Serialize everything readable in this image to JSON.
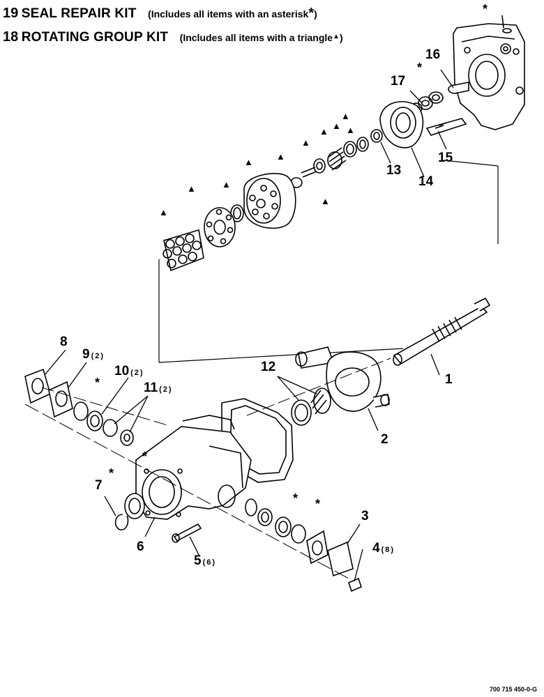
{
  "header": {
    "kits": [
      {
        "number": "19",
        "name": "SEAL REPAIR KIT",
        "note": "(Includes all items with an asterisk",
        "symbol": "*",
        "close": ")"
      },
      {
        "number": "18",
        "name": "ROTATING GROUP KIT",
        "note": "(Includes all items with a triangle",
        "symbol": "▲",
        "close": ")"
      }
    ]
  },
  "callouts": [
    {
      "label": "1"
    },
    {
      "label": "2"
    },
    {
      "label": "3"
    },
    {
      "label": "4",
      "qty": "(8)"
    },
    {
      "label": "5",
      "qty": "(6)"
    },
    {
      "label": "6"
    },
    {
      "label": "7"
    },
    {
      "label": "8"
    },
    {
      "label": "9",
      "qty": "(2)"
    },
    {
      "label": "10",
      "qty": "(2)"
    },
    {
      "label": "11",
      "qty": "(2)"
    },
    {
      "label": "12"
    },
    {
      "label": "13"
    },
    {
      "label": "14"
    },
    {
      "label": "15"
    },
    {
      "label": "16"
    },
    {
      "label": "17"
    }
  ],
  "symbols": {
    "asterisk": "*",
    "triangle": "▲"
  },
  "footer": {
    "drawing_number": "700 715 450-0-G"
  }
}
